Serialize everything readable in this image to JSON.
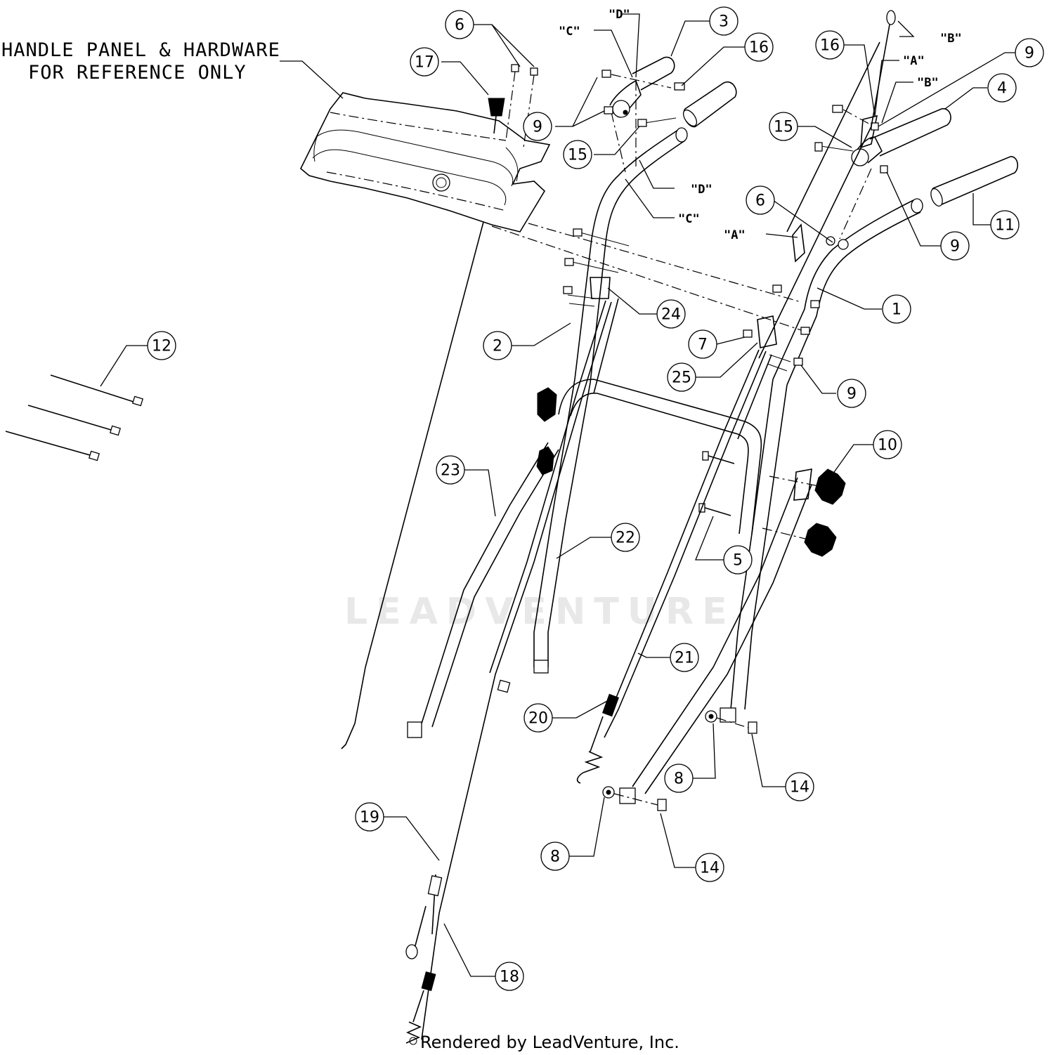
{
  "note": {
    "line1": "HANDLE PANEL & HARDWARE",
    "line2": "FOR REFERENCE ONLY"
  },
  "footer": "Rendered by LeadVenture, Inc.",
  "watermark": "LEADVENTURE",
  "callouts": [
    {
      "label": "1"
    },
    {
      "label": "2"
    },
    {
      "label": "3"
    },
    {
      "label": "4"
    },
    {
      "label": "5"
    },
    {
      "label": "6"
    },
    {
      "label": "6"
    },
    {
      "label": "7"
    },
    {
      "label": "8"
    },
    {
      "label": "8"
    },
    {
      "label": "9"
    },
    {
      "label": "9"
    },
    {
      "label": "9"
    },
    {
      "label": "9"
    },
    {
      "label": "10"
    },
    {
      "label": "11"
    },
    {
      "label": "12"
    },
    {
      "label": "14"
    },
    {
      "label": "14"
    },
    {
      "label": "15"
    },
    {
      "label": "15"
    },
    {
      "label": "16"
    },
    {
      "label": "16"
    },
    {
      "label": "17"
    },
    {
      "label": "18"
    },
    {
      "label": "19"
    },
    {
      "label": "20"
    },
    {
      "label": "21"
    },
    {
      "label": "22"
    },
    {
      "label": "23"
    },
    {
      "label": "24"
    },
    {
      "label": "25"
    }
  ],
  "refs": [
    {
      "label": "\"D\""
    },
    {
      "label": "\"C\""
    },
    {
      "label": "\"D\""
    },
    {
      "label": "\"C\""
    },
    {
      "label": "\"B\""
    },
    {
      "label": "\"A\""
    },
    {
      "label": "\"B\""
    },
    {
      "label": "\"A\""
    }
  ]
}
